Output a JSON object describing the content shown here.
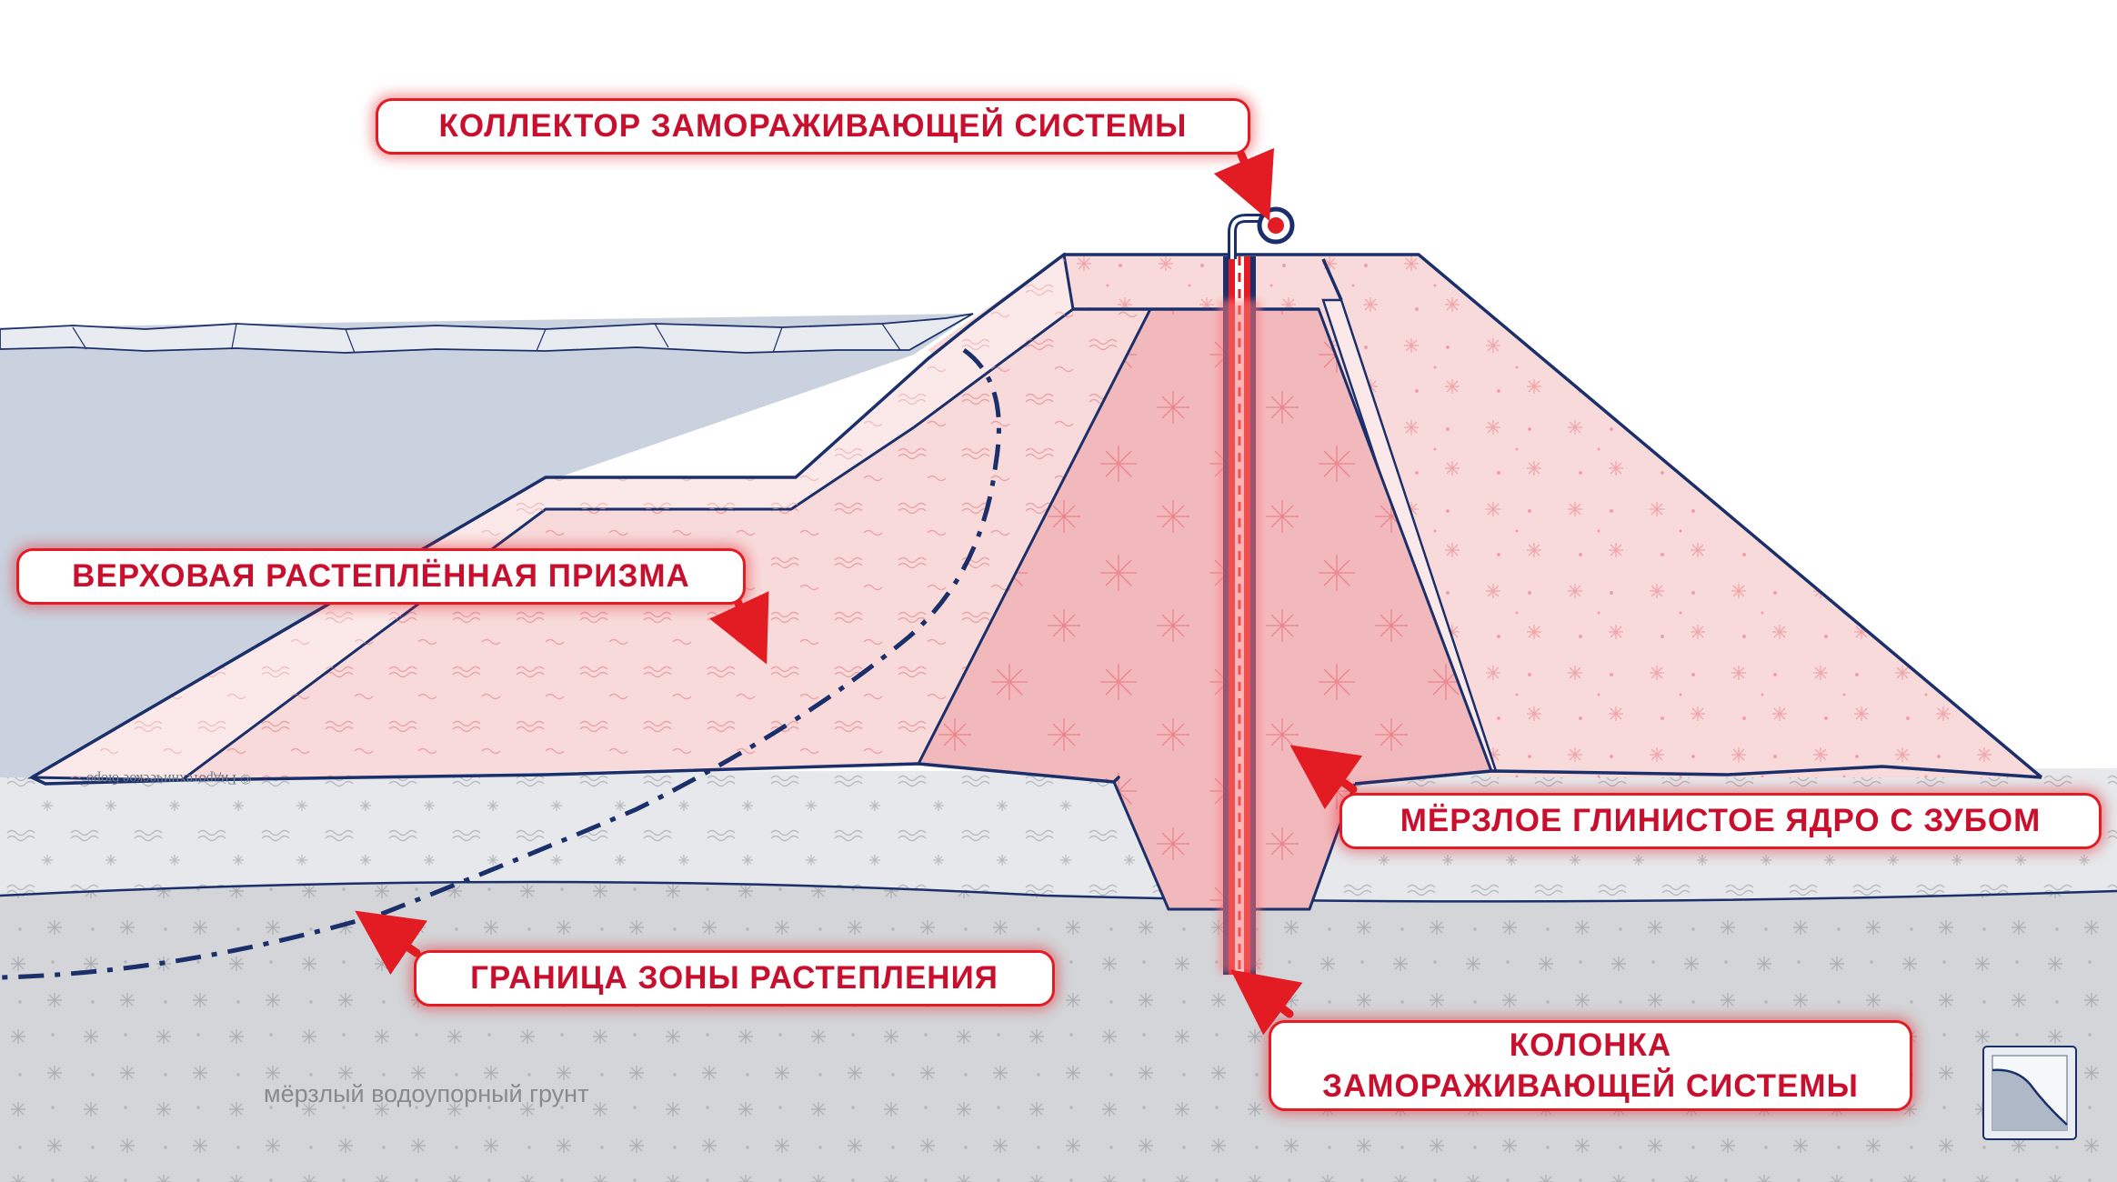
{
  "callouts": {
    "collector": "КОЛЛЕКТОР ЗАМОРАЖИВАЮЩЕЙ СИСТЕМЫ",
    "upstream_prism": "ВЕРХОВАЯ РАСТЕПЛЁННАЯ ПРИЗМА",
    "frozen_core": "МЁРЗЛОЕ ГЛИНИСТОЕ ЯДРО С ЗУБОМ",
    "thaw_boundary": "ГРАНИЦА ЗОНЫ РАСТЕПЛЕНИЯ",
    "column_line1": "КОЛОНКА",
    "column_line2": "ЗАМОРАЖИВАЮЩЕЙ СИСТЕМЫ"
  },
  "ground_label": "мёрзлый водоупорный грунт",
  "copyright": "© Гидротехническое бюро",
  "colors": {
    "outline": "#1b2f6b",
    "accent_red": "#e31b23",
    "callout_text": "#c8102e",
    "water": "#c9d2de",
    "dam_fill": "#f8dada",
    "core_fill": "#f2b9bd",
    "ground_upper": "#e6e8eb",
    "ground_lower": "#d3d5d8"
  },
  "icons": [
    "arrow-icon",
    "collector-icon",
    "logo-icon"
  ]
}
